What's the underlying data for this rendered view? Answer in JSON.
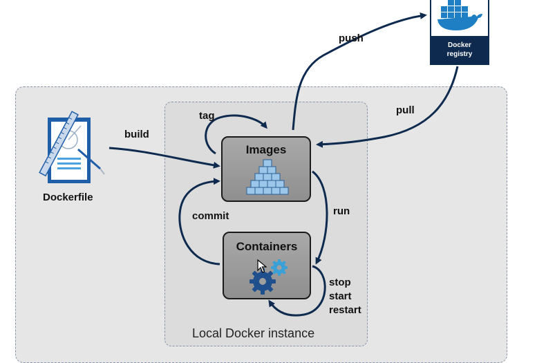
{
  "labels": {
    "dockerfile": "Dockerfile",
    "build": "build",
    "tag": "tag",
    "push": "push",
    "pull": "pull",
    "run": "run",
    "commit": "commit",
    "stop": "stop",
    "start": "start",
    "restart": "restart",
    "images": "Images",
    "containers": "Containers",
    "local_instance": "Local Docker instance",
    "registry_line1": "Docker",
    "registry_line2": "registry"
  },
  "colors": {
    "arrow": "#0e2a4f",
    "dockerfile_blue": "#1f5ea8",
    "cube_blue": "#9cc7ea",
    "gear_dark": "#1f4f8c",
    "gear_light": "#3aa0d8"
  },
  "icons": [
    "dockerfile-icon",
    "docker-whale-icon",
    "image-cubes-icon",
    "gear-icon",
    "cursor-icon"
  ]
}
